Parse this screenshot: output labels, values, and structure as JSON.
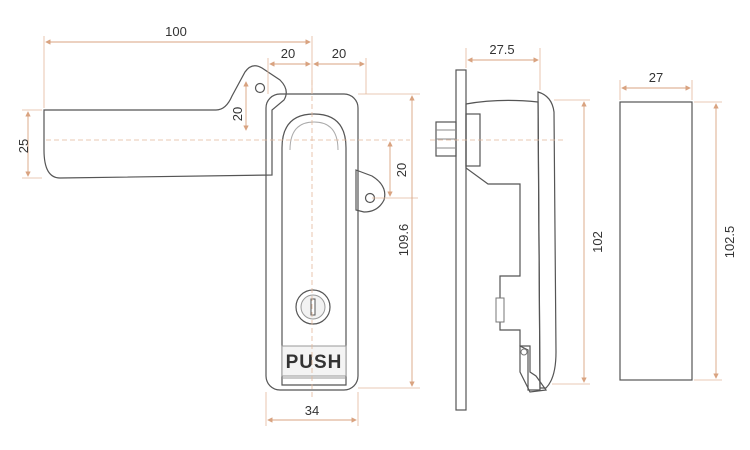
{
  "labels": {
    "push_text": "PUSH"
  },
  "dimensions": {
    "front_total_width": "100",
    "front_top_mid": "20",
    "front_top_right": "20",
    "front_left_height": "25",
    "front_left_inner": "20",
    "front_right_small": "20",
    "front_height": "109.6",
    "front_bottom_width": "34",
    "side_top_width": "27.5",
    "side_height": "102",
    "end_top_width": "27",
    "end_height": "102.5"
  },
  "colors": {
    "dimension_line": "#d9a380",
    "outline": "#555555",
    "body_fill": "#ececec"
  }
}
